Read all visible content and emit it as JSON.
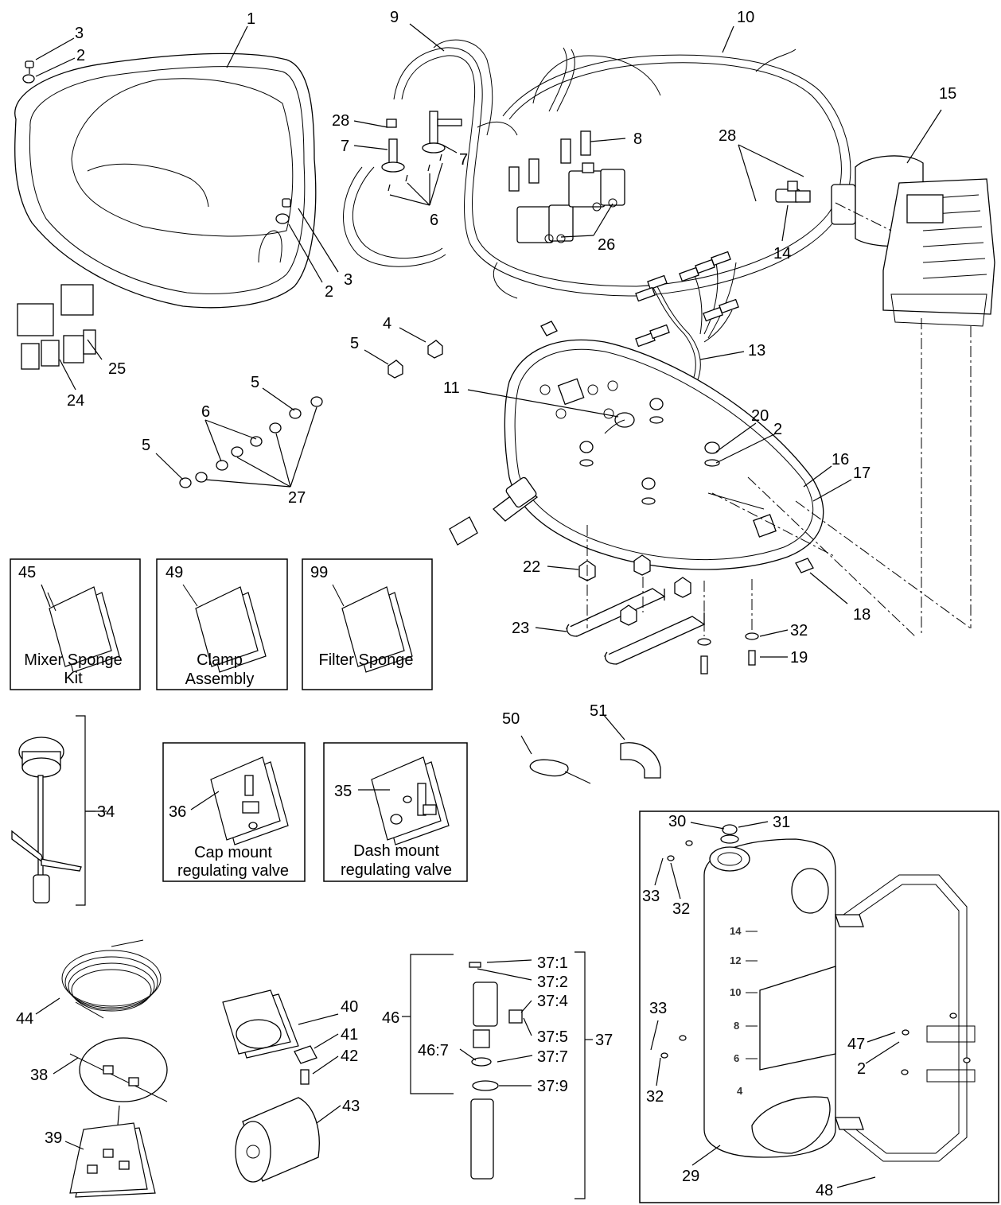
{
  "callouts": {
    "c1": "1",
    "c2a": "2",
    "c3a": "3",
    "c2b": "2",
    "c3b": "3",
    "c9": "9",
    "c10": "10",
    "c28a": "28",
    "c7a": "7",
    "c7b": "7",
    "c6a": "6",
    "c8": "8",
    "c26": "26",
    "c28b": "28",
    "c14": "14",
    "c15": "15",
    "c4": "4",
    "c5a": "5",
    "c25": "25",
    "c24": "24",
    "c13": "13",
    "c11": "11",
    "c20": "20",
    "c2c": "2",
    "c16": "16",
    "c17": "17",
    "c5b": "5",
    "c6b": "6",
    "c5c": "5",
    "c27": "27",
    "c22": "22",
    "c23": "23",
    "c18": "18",
    "c32a": "32",
    "c19": "19",
    "c45": "45",
    "c49": "49",
    "c99": "99",
    "c34": "34",
    "c36": "36",
    "c35": "35",
    "c50": "50",
    "c51": "51",
    "c30": "30",
    "c31": "31",
    "c33a": "33",
    "c32b": "32",
    "c33b": "33",
    "c32c": "32",
    "c47": "47",
    "c2d": "2",
    "c29": "29",
    "c48": "48",
    "c44": "44",
    "c40": "40",
    "c41": "41",
    "c42": "42",
    "c38": "38",
    "c43": "43",
    "c39": "39",
    "c46": "46",
    "c37_1": "37:1",
    "c37_2": "37:2",
    "c37_4": "37:4",
    "c37_5": "37:5",
    "c46_7": "46:7",
    "c37_7": "37:7",
    "c37_9": "37:9",
    "c37": "37"
  },
  "kits": {
    "mixer_sponge_line1": "Mixer Sponge",
    "mixer_sponge_line2": "Kit",
    "clamp_line1": "Clamp",
    "clamp_line2": "Assembly",
    "filter_sponge": "Filter Sponge",
    "cap_mount_line1": "Cap mount",
    "cap_mount_line2": "regulating valve",
    "dash_mount_line1": "Dash mount",
    "dash_mount_line2": "regulating valve"
  },
  "tank_scale": [
    "14",
    "12",
    "10",
    "8",
    "6",
    "4"
  ]
}
